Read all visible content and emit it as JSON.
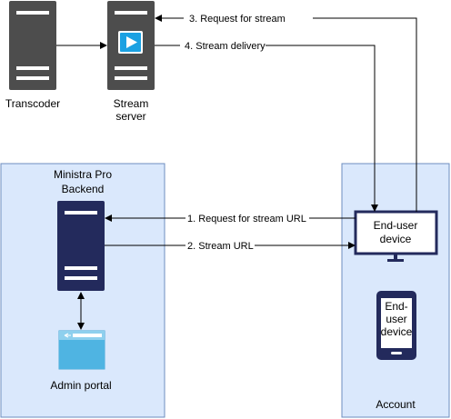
{
  "nodes": {
    "transcoder": {
      "label": "Transcoder"
    },
    "stream_server": {
      "label_line1": "Stream",
      "label_line2": "server"
    },
    "backend": {
      "label_line1": "Ministra Pro",
      "label_line2": "Backend"
    },
    "admin_portal": {
      "label": "Admin portal"
    },
    "account": {
      "label": "Account"
    },
    "end_user_monitor": {
      "label_line1": "End-user",
      "label_line2": "device"
    },
    "end_user_phone": {
      "label_line1": "End-",
      "label_line2": "user",
      "label_line3": "device"
    }
  },
  "edges": {
    "e1": {
      "label": "1. Request for stream URL"
    },
    "e2": {
      "label": "2. Stream URL"
    },
    "e3": {
      "label": "3. Request for stream"
    },
    "e4": {
      "label": "4. Stream delivery"
    }
  },
  "colors": {
    "server_dark": "#4d4d4d",
    "server_navy": "#232a5c",
    "group_fill": "#dae8fc",
    "group_stroke": "#6c8ebf",
    "play_blue": "#1ba1e2"
  },
  "icons": {
    "transcoder": "server-icon",
    "stream_server": "server-play-icon",
    "backend": "server-icon",
    "admin_portal": "browser-window-icon",
    "monitor": "monitor-icon",
    "phone": "smartphone-icon"
  }
}
